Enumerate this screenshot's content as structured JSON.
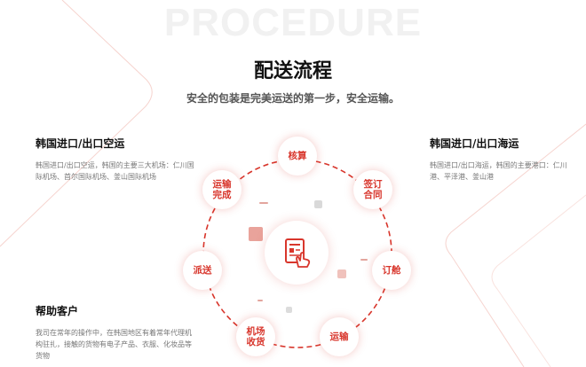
{
  "header": {
    "watermark": "PROCEDURE",
    "title": "配送流程",
    "subtitle": "安全的包装是完美运送的第一步，安全运输。"
  },
  "info": {
    "air": {
      "title": "韩国进口/出口空运",
      "text": "韩国进口/出口空运，韩国的主要三大机场：仁川国际机场、首尔国际机场、釜山国际机场"
    },
    "sea": {
      "title": "韩国进口/出口海运",
      "text": "韩国进口/出口海运，韩国的主要港口：仁川港、平泽港、釜山港"
    },
    "help": {
      "title": "帮助客户",
      "text": "我司在常年的操作中，在韩国地区有着常年代理机构驻扎，接触的货物有电子产品、衣服、化妆品等货物"
    }
  },
  "flow": {
    "steps": [
      {
        "id": "check",
        "label": "核算"
      },
      {
        "id": "sign",
        "label": "签订合同"
      },
      {
        "id": "book",
        "label": "订舱"
      },
      {
        "id": "transport",
        "label": "运输"
      },
      {
        "id": "airport",
        "label": "机场收货"
      },
      {
        "id": "dispatch",
        "label": "派送"
      },
      {
        "id": "done",
        "label": "运输完成"
      }
    ],
    "center_icon": "document-hand-icon"
  },
  "colors": {
    "accent": "#d8362c",
    "accent_light": "#f3b6ae",
    "muted_text": "#777777",
    "watermark": "#f1f1f1"
  }
}
